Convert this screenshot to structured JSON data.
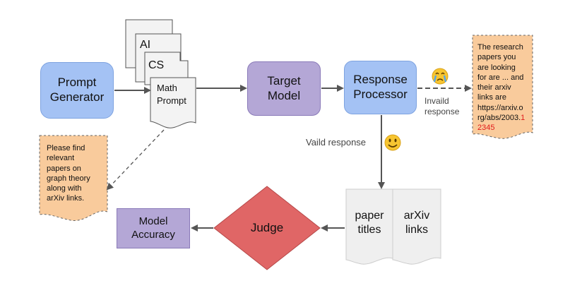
{
  "nodes": {
    "prompt_generator": "Prompt\nGenerator",
    "target_model": "Target\nModel",
    "response_processor": "Response\nProcessor",
    "judge": "Judge",
    "model_accuracy": "Model\nAccuracy"
  },
  "prompt_stack": {
    "ai": "AI",
    "cs": "CS",
    "math_prompt": "Math\nPrompt"
  },
  "edges": {
    "valid_response": "Vaild response",
    "invalid_response": "Invaild\nresponse"
  },
  "notes": {
    "example_prompt": "Please find\nrelevant\npapers on\ngraph theory\nalong with\narXiv links.",
    "response_lines": [
      "The research",
      "papers you",
      "are looking",
      "for are ... and",
      "their arxiv",
      "links are",
      "https://arxiv.o",
      "rg/abs/2003."
    ],
    "response_tail_red_1": "1",
    "response_tail_red_2": "2345"
  },
  "outputs": {
    "paper_titles": "paper\ntitles",
    "arxiv_links": "arXiv\nlinks"
  },
  "icons": {
    "valid": "smiling-face-icon",
    "invalid": "crying-face-icon"
  },
  "colors": {
    "blue_box": "#a4c2f4",
    "purple_box": "#b4a7d6",
    "judge": "#e06666",
    "note": "#f9cb9c",
    "doc": "#eeeeee",
    "arrow": "#555555"
  }
}
